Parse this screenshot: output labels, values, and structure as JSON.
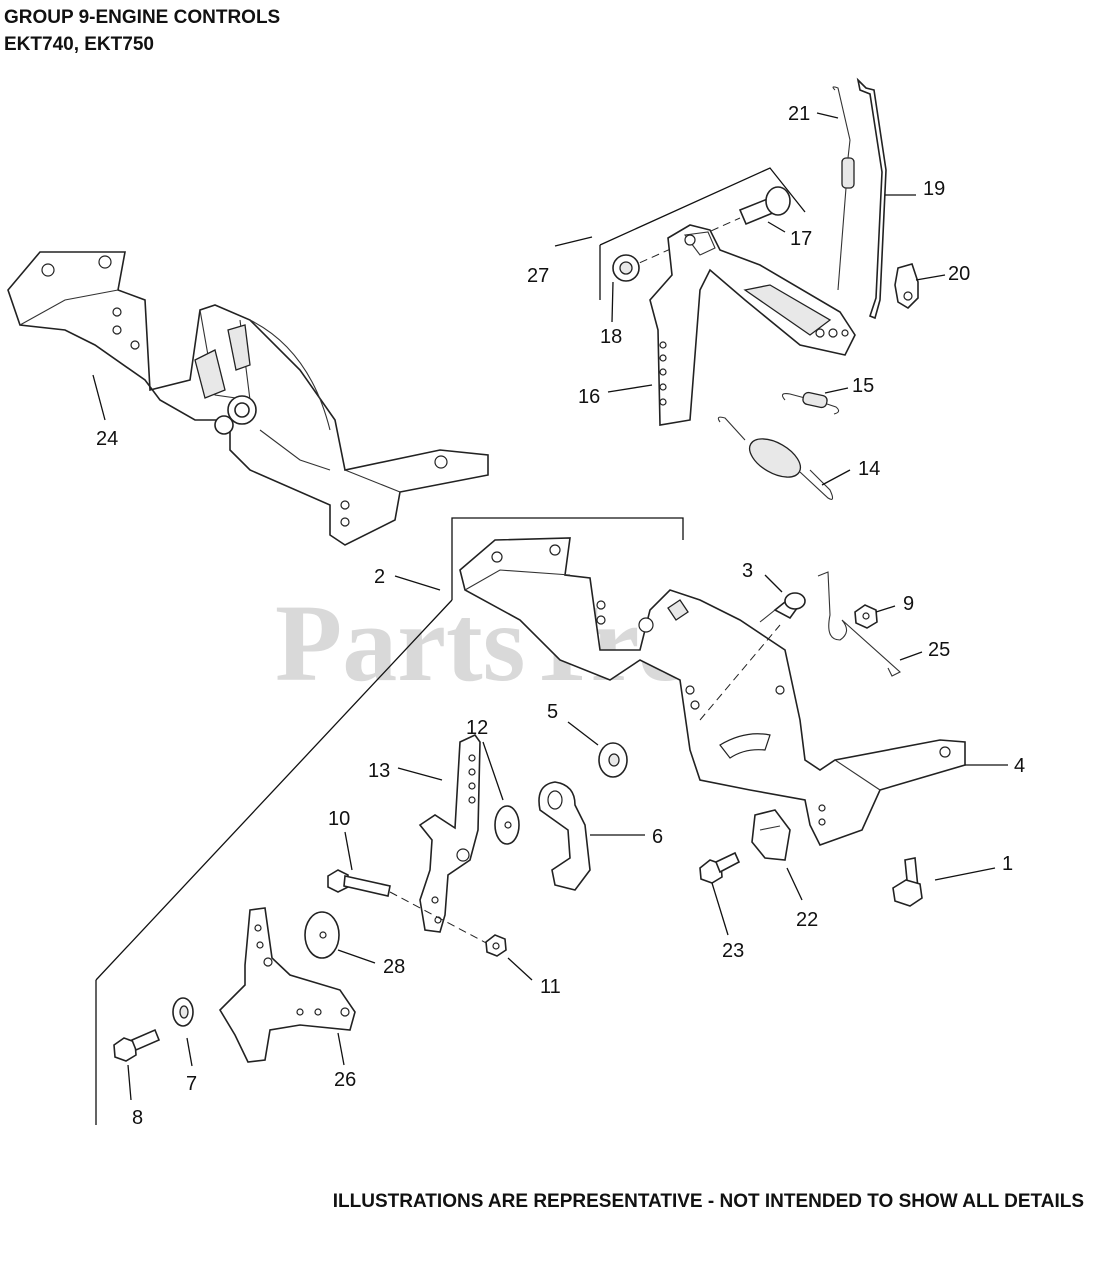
{
  "header": {
    "title_line1": "GROUP 9-ENGINE CONTROLS",
    "title_line2": "EKT740, EKT750"
  },
  "watermark": "PartsTree",
  "footer": {
    "note": "ILLUSTRATIONS ARE REPRESENTATIVE - NOT INTENDED TO SHOW ALL DETAILS"
  },
  "callouts": [
    "1",
    "2",
    "3",
    "4",
    "5",
    "6",
    "7",
    "8",
    "9",
    "10",
    "11",
    "12",
    "13",
    "14",
    "15",
    "16",
    "17",
    "18",
    "19",
    "20",
    "21",
    "22",
    "23",
    "24",
    "25",
    "26",
    "27",
    "28"
  ],
  "colors": {
    "ink": "#111111",
    "watermark": "#d9d9d9",
    "background": "#ffffff"
  }
}
